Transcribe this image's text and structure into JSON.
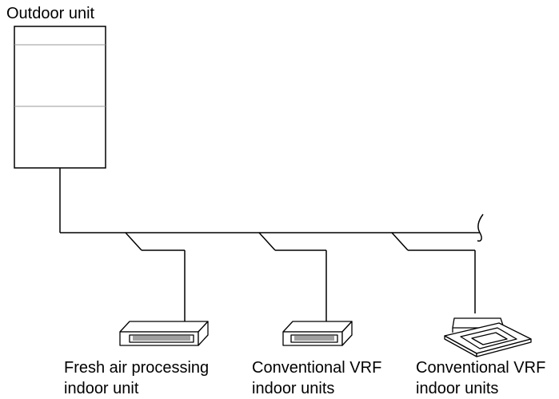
{
  "outdoor_unit": {
    "label": "Outdoor unit"
  },
  "indoor_units": [
    {
      "line1": "Fresh air processing",
      "line2": "indoor unit"
    },
    {
      "line1": "Conventional VRF",
      "line2": "indoor units"
    },
    {
      "line1": "Conventional VRF",
      "line2": "indoor units"
    }
  ],
  "colors": {
    "line": "#000000",
    "divider": "#999999",
    "background": "#ffffff"
  }
}
